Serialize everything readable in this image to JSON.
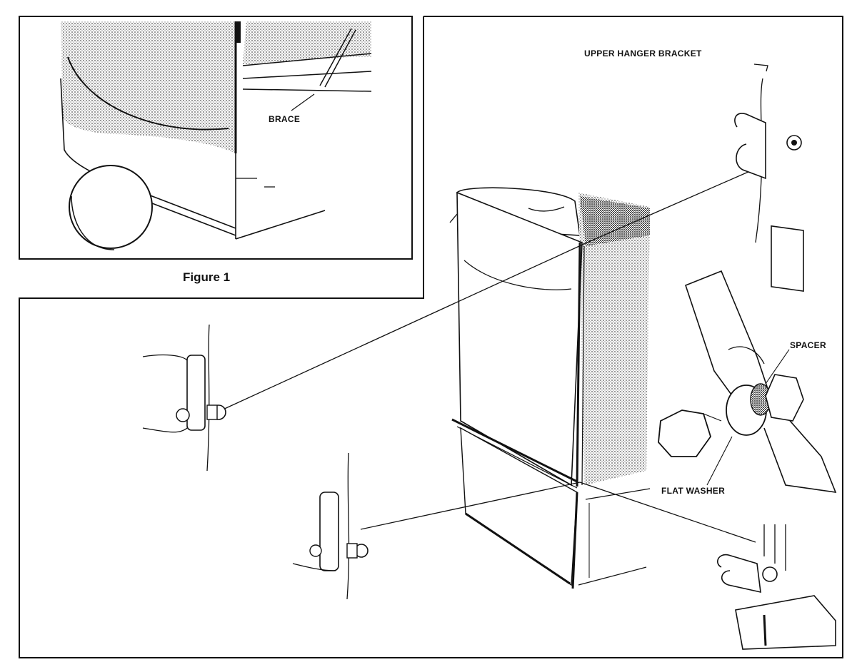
{
  "figure": {
    "caption": "Figure 1"
  },
  "labels": {
    "brace": "BRACE",
    "upper_hanger_bracket": "UPPER HANGER BRACKET",
    "spacer": "SPACER",
    "flat_washer": "FLAT WASHER"
  }
}
